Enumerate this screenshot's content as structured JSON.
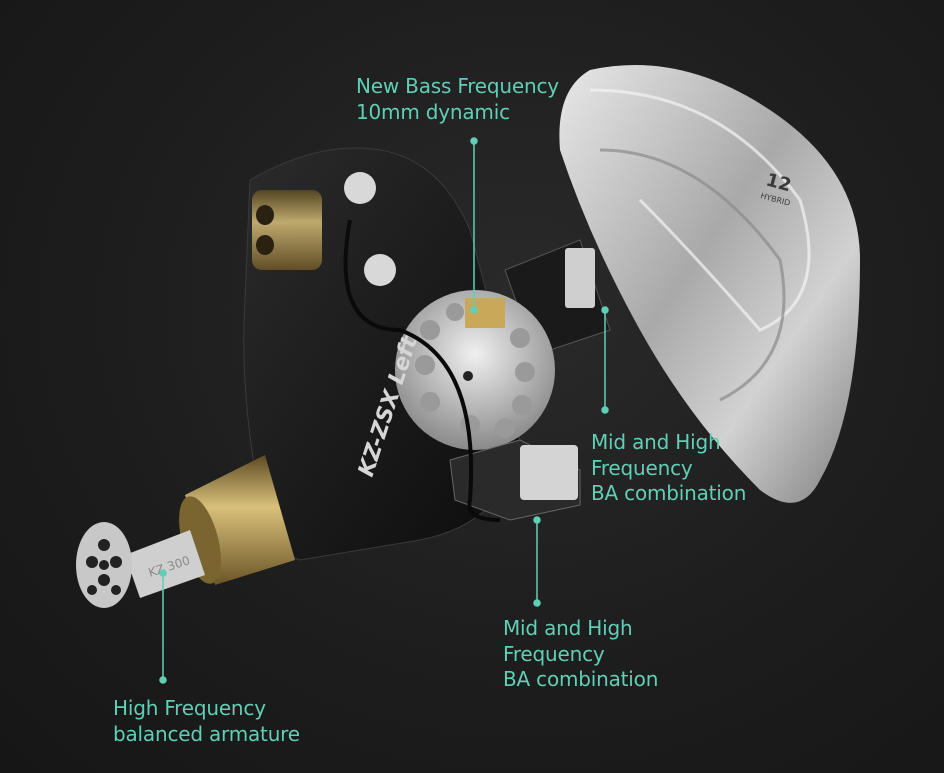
{
  "colors": {
    "accent": "#5fcfb5",
    "background": "#1d1d1d",
    "shell_silver": "#bfbfbf",
    "brass": "#b89a55"
  },
  "product_markings": {
    "shell_logo": "12 HYBRID",
    "body_marking": "KZ-ZSX Left",
    "nozzle_marking": "KZ 300"
  },
  "callouts": [
    {
      "id": "bass",
      "lines": [
        "New Bass Frequency",
        "10mm dynamic"
      ]
    },
    {
      "id": "mid-high-upper",
      "lines": [
        "Mid and High",
        "Frequency",
        "BA combination"
      ]
    },
    {
      "id": "mid-high-lower",
      "lines": [
        "Mid and High",
        "Frequency",
        "BA combination"
      ]
    },
    {
      "id": "high",
      "lines": [
        "High Frequency",
        "balanced armature"
      ]
    }
  ]
}
